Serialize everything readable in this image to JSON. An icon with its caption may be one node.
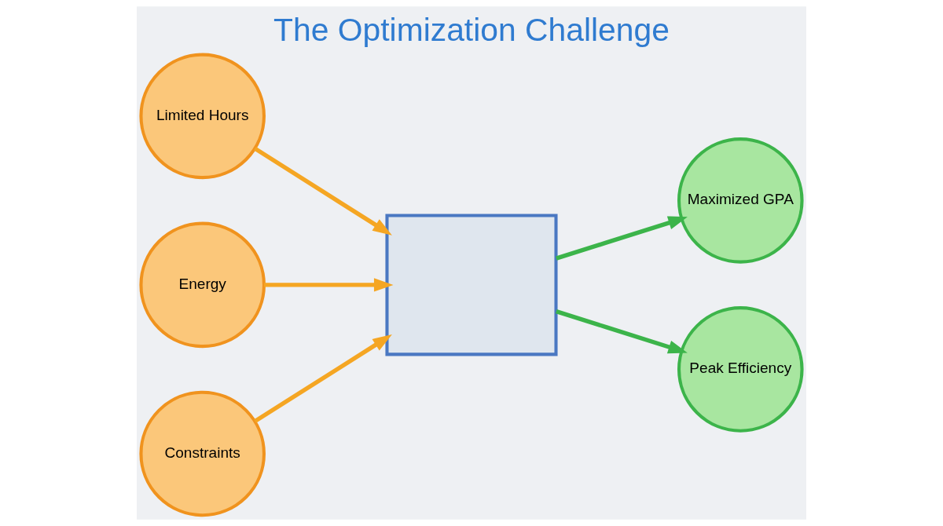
{
  "diagram": {
    "title": "The Optimization Challenge",
    "nodes": [
      {
        "text": [
          "Limited Hours"
        ]
      },
      {
        "text": [
          "Energy"
        ]
      },
      {
        "text": [
          "Constraints"
        ]
      },
      {
        "text": [],
        "shape": "box"
      },
      {
        "text": [
          "Maximized GPA"
        ]
      },
      {
        "text": [
          "Peak Efficiency"
        ]
      }
    ],
    "edges": [
      {
        "from": 0,
        "to": 3,
        "arrow": "to"
      },
      {
        "from": 1,
        "to": 3,
        "arrow": "to"
      },
      {
        "from": 2,
        "to": 3,
        "arrow": "to"
      },
      {
        "from": 3,
        "to": 4,
        "arrow": "to",
        "color": "#3cb44a"
      },
      {
        "from": 3,
        "to": 5,
        "arrow": "to",
        "color": "#3cb44a"
      }
    ]
  }
}
